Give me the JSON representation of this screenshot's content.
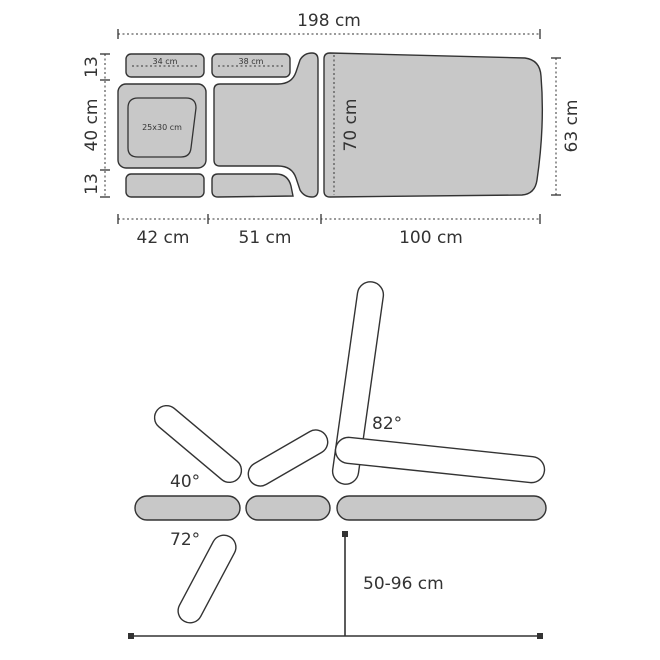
{
  "top_view": {
    "total_length": "198 cm",
    "section_lengths": [
      "42 cm",
      "51 cm",
      "100 cm"
    ],
    "side_heights": [
      "13",
      "40 cm",
      "13"
    ],
    "width_right": "63 cm",
    "back_width": "70 cm",
    "armrest_width_left": "34 cm",
    "armrest_width_middle": "38 cm",
    "face_hole": "25x30 cm"
  },
  "side_view": {
    "angles": [
      "82°",
      "40°",
      "72°"
    ],
    "height_range": "50-96 cm"
  },
  "colors": {
    "pad_fill": "#c8c8c8",
    "line": "#333333",
    "background": "#ffffff"
  }
}
